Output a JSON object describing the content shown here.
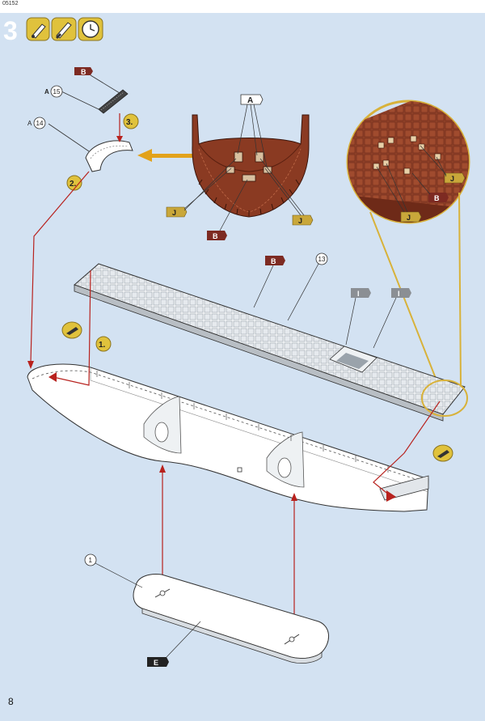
{
  "document": {
    "code": "05152",
    "step": "3",
    "page_number": "8"
  },
  "colors": {
    "background": "#d3e2f2",
    "hull_white": "#ffffff",
    "brown": "#8a3a22",
    "dark_red_flag": "#7d2a22",
    "yellow_flag": "#c9a73a",
    "grey_flag": "#8b8f94",
    "arrow_red": "#b8221e",
    "arrow_orange": "#e2a21b",
    "step_circle": "#e0c23c"
  },
  "icons": [
    "glue-tube-icon",
    "paint-brush-icon",
    "clock-icon"
  ],
  "parts": {
    "p15": "15",
    "p14": "14",
    "p13": "13",
    "p1": "1",
    "prefix_a": "A"
  },
  "flags": {
    "b": "B",
    "a": "A",
    "j": "J",
    "i": "I",
    "e": "E"
  },
  "steps": {
    "s1": "1.",
    "s2": "2.",
    "s3": "3."
  }
}
